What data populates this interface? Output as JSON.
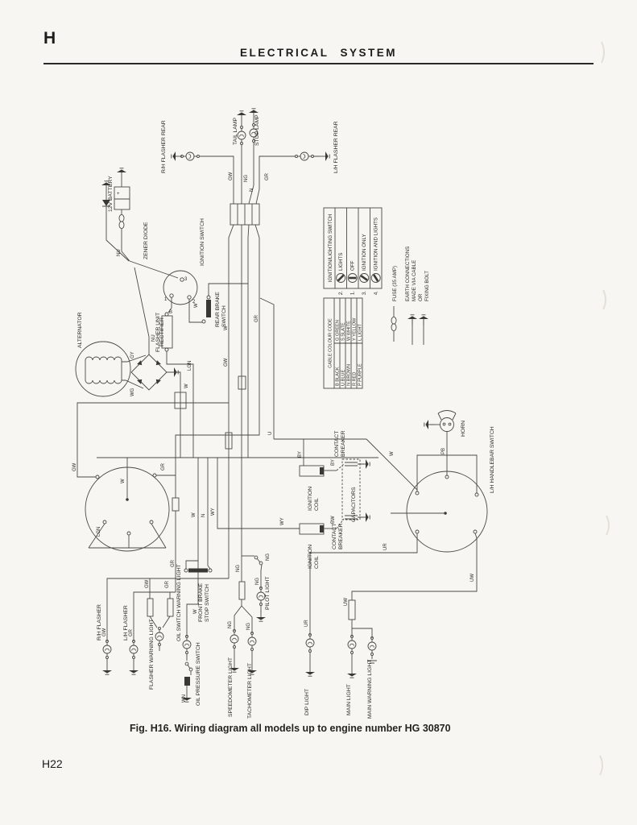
{
  "page": {
    "section_letter": "H",
    "header_title": "ELECTRICAL SYSTEM",
    "caption": "Fig. H16.  Wiring diagram all models up to engine number HG 30870",
    "page_number": "H22"
  },
  "legend": {
    "switch_table": {
      "title": "IGNITION/LIGHTING SWITCH",
      "rows": [
        {
          "num": "2.",
          "label": "LIGHTS"
        },
        {
          "num": "1.",
          "label": "OFF"
        },
        {
          "num": "3.",
          "label": "IGNITION ONLY"
        },
        {
          "num": "4.",
          "label": "IGNITION AND LIGHTS"
        }
      ]
    },
    "fuse_label": "FUSE (35 AMP)",
    "earth_note": [
      "EARTH CONNECTIONS",
      "MADE VIA CABLE",
      "OR",
      "FIXING BOLT"
    ],
    "colour_code": {
      "title": "CABLE COLOUR CODE",
      "rows": [
        {
          "l": "B BLACK",
          "r": "G GREEN"
        },
        {
          "l": "U BLUE",
          "r": "S SLATE"
        },
        {
          "l": "N BROWN",
          "r": "W WHITE"
        },
        {
          "l": "R RED",
          "r": "Y YELLOW"
        },
        {
          "l": "P PURPLE",
          "r": "L LIGHT"
        }
      ]
    }
  },
  "components": {
    "rh_flasher_rear": "R/H FLASHER REAR",
    "tail_lamp": "TAIL LAMP",
    "stop_lamp": "STOP LAMP",
    "lh_flasher_rear": "L/H FLASHER REAR",
    "battery": "12V BATTERY",
    "battery_plus": "+",
    "zener_diode": "ZENER DIODE",
    "ignition_switch": "IGNITION SWITCH",
    "alternator": "ALTERNATOR",
    "rectifier": "RECTIFIER",
    "flasher_unit": "FLASHER UNIT",
    "rear_brake_switch": [
      "REAR BRAKE",
      "SWITCH"
    ],
    "contact_breaker": [
      "CONTACT",
      "BREAKER"
    ],
    "ignition_coil": [
      "IGNITION",
      "COIL"
    ],
    "capacitors": "CAPACITORS",
    "horn": "HORN",
    "lh_handlebar_switch": "L/H HANDLEBAR SWITCH",
    "rh_flasher": "R/H FLASHER",
    "lh_flasher": "L/H FLASHER",
    "flasher_warning_light": "FLASHER WARNING LIGHT",
    "oil_switch_warning_light": "OIL SWITCH WARNING LIGHT",
    "front_brake_stop_switch": [
      "FRONT BRAKE",
      "STOP SWITCH"
    ],
    "oil_pressure_switch": "OIL PRESSURE SWITCH",
    "speedometer_light": "SPEEDOMETER LIGHT",
    "tachometer_light": "TACHOMETER LIGHT",
    "pilot_light": "PILOT LIGHT",
    "dip_light": "DIP LIGHT",
    "main_light": "MAIN LIGHT",
    "main_warning_light": "MAIN WARNING LIGHT"
  },
  "terminals": {
    "t1": "1",
    "t2": "2",
    "t3": "3",
    "b": "B"
  },
  "wires": {
    "top_gw": "GW",
    "top_ng": "NG",
    "top_n": "N",
    "top_gr": "GR",
    "loom_gr": "GR",
    "loom_w": "W",
    "loom_gw": "GW",
    "zener_nu": "NU",
    "rect_nu": "NU",
    "rect_gy": "GY",
    "rect_wg": "WG",
    "rect_w": "W",
    "brake_w": "W",
    "flasher_lgn": "LGN",
    "head_gw": "GW",
    "head_w": "W",
    "head_gr": "GR",
    "head_lgn": "LGN",
    "col_w": "W",
    "col_n": "N",
    "col_wy": "WY",
    "col_gr": "GR",
    "coil_u": "U",
    "coil_w": "W",
    "coil_by1": "BY",
    "coil_by2": "BY",
    "coil_bw": "BW",
    "coil_wy": "WY",
    "horn_pb": "PB",
    "bar_ur": "UR",
    "bar_uw": "UW",
    "flash_gw": "GW",
    "flash_gr": "GR",
    "warn_gw": "GW",
    "warn_gr": "GR",
    "oil_w": "W",
    "oil_wn": "WN",
    "ng1": "NG",
    "ng2": "NG",
    "ng3": "NG",
    "ng4": "NG",
    "ng5": "NG",
    "dip_ur": "UR",
    "main_uw": "UW"
  }
}
